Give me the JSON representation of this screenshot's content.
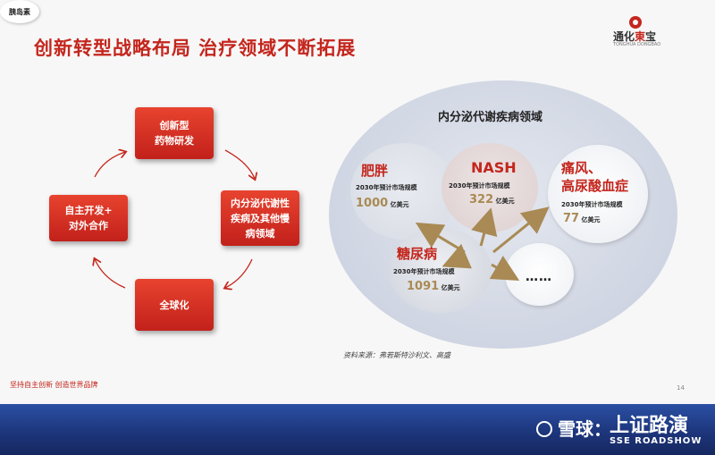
{
  "slide": {
    "title": "创新转型战略布局 治疗领域不断拓展",
    "logo": {
      "name_left": "通化",
      "name_accent": "東",
      "name_right": "宝",
      "sub": "TONGHUA DONGBAO"
    },
    "cycle": [
      {
        "label": "创新型\n药物研发"
      },
      {
        "label": "内分泌代谢性\n疾病及其他慢\n病领域"
      },
      {
        "label": "全球化"
      },
      {
        "label": "自主开发+\n对外合作"
      }
    ],
    "panel": {
      "title": "内分泌代谢疾病领域",
      "center": "胰岛素",
      "diseases": [
        {
          "name": "肥胖",
          "market_label": "2030年预计市场规模",
          "value": "1000",
          "unit": "亿美元"
        },
        {
          "name": "NASH",
          "market_label": "2030年预计市场规模",
          "value": "322",
          "unit": "亿美元"
        },
        {
          "name": "痛风、\n高尿酸血症",
          "market_label": "2030年预计市场规模",
          "value": "77",
          "unit": "亿美元"
        },
        {
          "name": "糖尿病",
          "market_label": "2030年预计市场规模",
          "value": "1091",
          "unit": "亿美元"
        }
      ],
      "more": "……"
    },
    "source": "资料来源：弗若斯特沙利文、高盛",
    "footer": "坚持自主创新 创造世界品牌",
    "page_number": "14"
  },
  "watermark": {
    "xueqiu": "雪球：",
    "brand": "上证路演",
    "brand_en": "SSE ROADSHOW"
  },
  "colors": {
    "accent": "#c4261d",
    "gold": "#a98a54",
    "band": "#1c3479"
  }
}
